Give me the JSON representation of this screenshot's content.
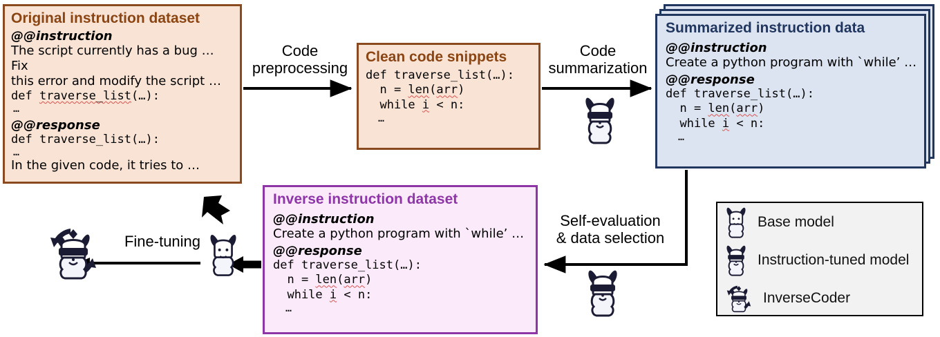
{
  "diagram": {
    "title": "InverseCoder data generation pipeline",
    "colors": {
      "orange_border": "#8a4a20",
      "orange_fill": "#f9e3d5",
      "orange_title": "#8a4513",
      "blue_border": "#21365e",
      "blue_fill": "#dce4f2",
      "blue_title": "#21365e",
      "purple_border": "#8e36a8",
      "purple_fill": "#fbeafa",
      "purple_title": "#8e36a8",
      "legend_fill": "#f2f2f2",
      "arrow": "#000000",
      "squiggle": "#d9534f"
    }
  },
  "original_dataset": {
    "title": "Original instruction dataset",
    "instruction_tag": "@@instruction",
    "instruction_line1": "The script currently has a bug … Fix",
    "instruction_line2": "this error and modify the script …",
    "instruction_code1": "def traverse_list(…):",
    "instruction_code_sym": "traverse_list",
    "instruction_ellipsis": "…",
    "response_tag": "@@response",
    "response_code1": "def traverse_list(…):",
    "response_ellipsis": "…",
    "response_line": "In the given code, it tries to …"
  },
  "clean_snippets": {
    "title": "Clean code snippets",
    "code_line1": "def traverse_list(…):",
    "code_line2_pre": "  n = ",
    "code_line2_fn": "len",
    "code_line2_post": "(",
    "code_line2_arg": "arr",
    "code_line2_end": ")",
    "code_line3_pre": "  while ",
    "code_line3_var": "i",
    "code_line3_post": " < n:",
    "code_line4": "  …"
  },
  "summarized_data": {
    "title": "Summarized instruction data",
    "instruction_tag": "@@instruction",
    "instruction_line": "Create a python program with `while’ …",
    "response_tag": "@@response",
    "code_line1": "def traverse_list(…):",
    "code_line2_pre": "  n = ",
    "code_line2_fn": "len",
    "code_line2_post": "(",
    "code_line2_arg": "arr",
    "code_line2_end": ")",
    "code_line3_pre": "  while ",
    "code_line3_var": "i",
    "code_line3_post": " < n:",
    "code_line4": "  …",
    "stack_layers": 3
  },
  "inverse_dataset": {
    "title": "Inverse instruction dataset",
    "instruction_tag": "@@instruction",
    "instruction_line": "Create a python program with `while’ …",
    "response_tag": "@@response",
    "code_line1": "def traverse_list(…):",
    "code_line2_pre": "  n = ",
    "code_line2_fn": "len",
    "code_line2_post": "(",
    "code_line2_arg": "arr",
    "code_line2_end": ")",
    "code_line3_pre": "  while ",
    "code_line3_var": "i",
    "code_line3_post": " < n:",
    "code_line4": "  …"
  },
  "arrows": {
    "code_preprocessing_l1": "Code",
    "code_preprocessing_l2": "preprocessing",
    "code_summarization_l1": "Code",
    "code_summarization_l2": "summarization",
    "self_eval_l1": "Self-evaluation",
    "self_eval_l2": "& data selection",
    "fine_tuning": "Fine-tuning"
  },
  "legend": {
    "items": [
      {
        "icon": "llama-plain-icon",
        "label": "Base model"
      },
      {
        "icon": "llama-sunglasses-icon",
        "label": "Instruction-tuned model"
      },
      {
        "icon": "llama-inversecoder-icon",
        "label": "InverseCoder"
      }
    ]
  }
}
